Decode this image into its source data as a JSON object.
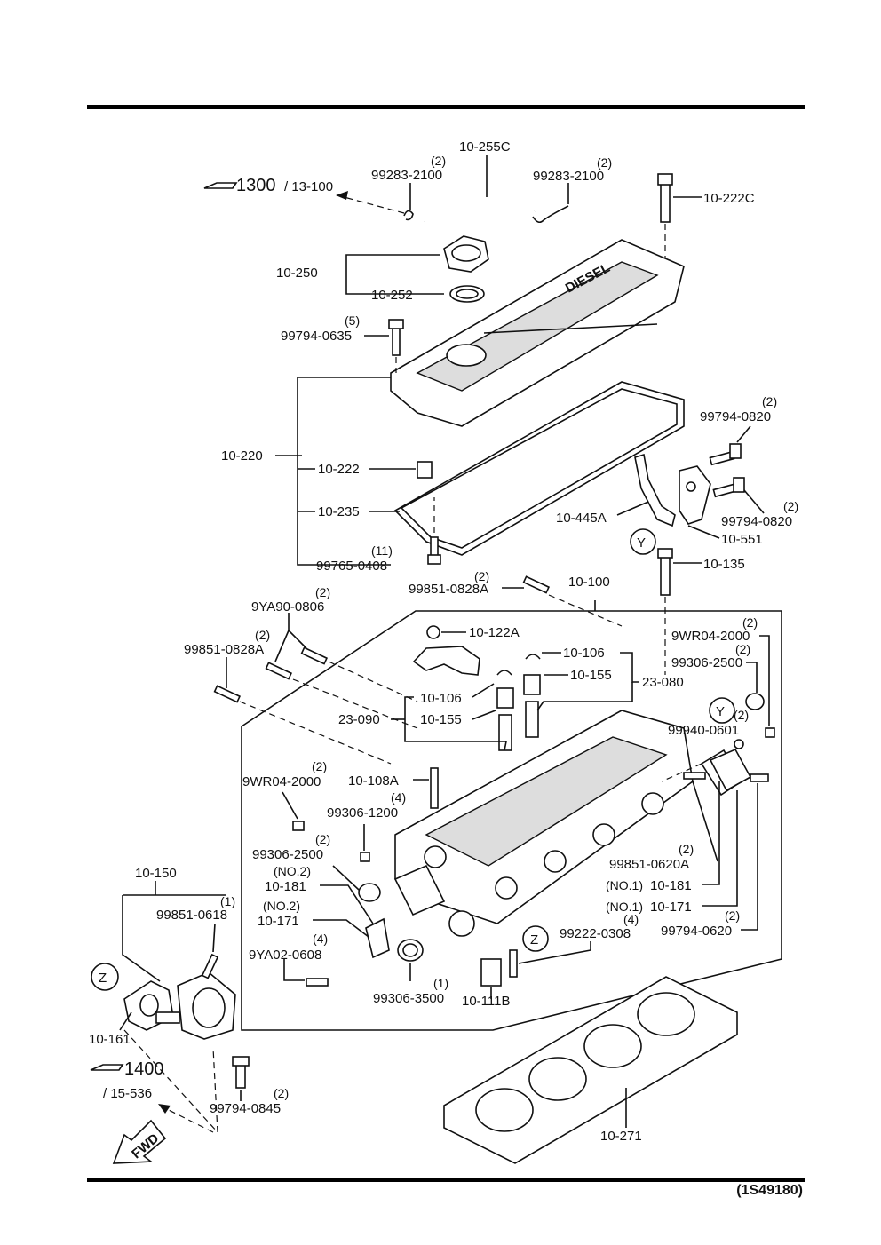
{
  "labels": {
    "l_10_255C": "10-255C",
    "l_99283_2100_a": "99283-2100",
    "q_99283_2100_a": "(2)",
    "l_99283_2100_b": "99283-2100",
    "q_99283_2100_b": "(2)",
    "l_10_222C": "10-222C",
    "l_ref_1300": "1300",
    "l_ref_13_100": "/ 13-100",
    "l_10_250": "10-250",
    "l_10_252": "10-252",
    "l_99794_0635": "99794-0635",
    "q_99794_0635": "(5)",
    "l_10_220": "10-220",
    "l_10_222": "10-222",
    "l_10_235": "10-235",
    "l_99765_0408": "99765-0408",
    "q_99765_0408": "(11)",
    "l_99794_0820_a": "99794-0820",
    "q_99794_0820_a": "(2)",
    "l_99794_0820_b": "99794-0820",
    "q_99794_0820_b": "(2)",
    "l_10_445A": "10-445A",
    "l_10_551": "10-551",
    "l_10_135": "10-135",
    "l_10_100": "10-100",
    "l_99851_0828A_top": "99851-0828A",
    "q_99851_0828A_top": "(2)",
    "l_9YA90_0806": "9YA90-0806",
    "q_9YA90_0806": "(2)",
    "l_99851_0828A_left": "99851-0828A",
    "q_99851_0828A_left": "(2)",
    "l_10_122A": "10-122A",
    "l_10_106_r": "10-106",
    "l_10_155_r": "10-155",
    "l_23_080": "23-080",
    "l_10_106_l": "10-106",
    "l_10_155_l": "10-155",
    "l_23_090": "23-090",
    "l_9WR04_2000_r": "9WR04-2000",
    "q_9WR04_2000_r": "(2)",
    "l_99306_2500_r": "99306-2500",
    "q_99306_2500_r": "(2)",
    "l_99940_0601": "99940-0601",
    "q_99940_0601": "(2)",
    "l_9WR04_2000_l": "9WR04-2000",
    "q_9WR04_2000_l": "(2)",
    "l_10_108A": "10-108A",
    "l_99306_1200": "99306-1200",
    "q_99306_1200": "(4)",
    "l_99306_2500_l": "99306-2500",
    "q_99306_2500_l": "(2)",
    "l_no2_a": "(NO.2)",
    "l_10_181_l": "10-181",
    "l_no2_b": "(NO.2)",
    "l_10_171_l": "10-171",
    "l_9YA02_0608": "9YA02-0608",
    "q_9YA02_0608": "(4)",
    "l_99851_0620A": "99851-0620A",
    "q_99851_0620A": "(2)",
    "l_no1_a": "(NO.1)",
    "l_10_181_r": "10-181",
    "l_no1_b": "(NO.1)",
    "l_10_171_r": "10-171",
    "l_99794_0620": "99794-0620",
    "q_99794_0620": "(2)",
    "l_99222_0308": "99222-0308",
    "q_99222_0308": "(4)",
    "l_10_150": "10-150",
    "l_99851_0618": "99851-0618",
    "q_99851_0618": "(1)",
    "l_10_161": "10-161",
    "l_99306_3500": "99306-3500",
    "q_99306_3500": "(1)",
    "l_10_111B": "10-111B",
    "l_ref_1400": "1400",
    "l_ref_15_536": "/ 15-536",
    "l_99794_0845": "99794-0845",
    "q_99794_0845": "(2)",
    "l_10_271": "10-271",
    "marker_Y": "Y",
    "marker_Z": "Z",
    "cover_text": "DIESEL",
    "fwd": "FWD"
  },
  "footer_code": "(1S49180)"
}
